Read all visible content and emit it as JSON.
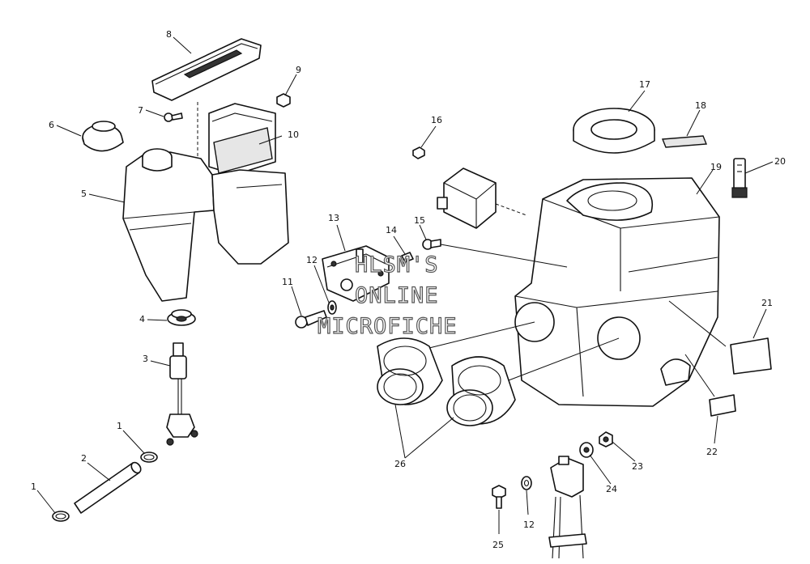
{
  "watermark": {
    "line1": "HLSM'S",
    "line2": "ONLINE",
    "line3": "MICROFICHE"
  },
  "callouts": {
    "c1a": "1",
    "c1b": "1",
    "c2": "2",
    "c3": "3",
    "c4": "4",
    "c5": "5",
    "c6": "6",
    "c7": "7",
    "c8": "8",
    "c9": "9",
    "c10": "10",
    "c11": "11",
    "c12a": "12",
    "c12b": "12",
    "c13": "13",
    "c14": "14",
    "c15": "15",
    "c16": "16",
    "c17": "17",
    "c18": "18",
    "c19": "19",
    "c20": "20",
    "c21": "21",
    "c22": "22",
    "c23": "23",
    "c24": "24",
    "c25": "25",
    "c26": "26"
  }
}
